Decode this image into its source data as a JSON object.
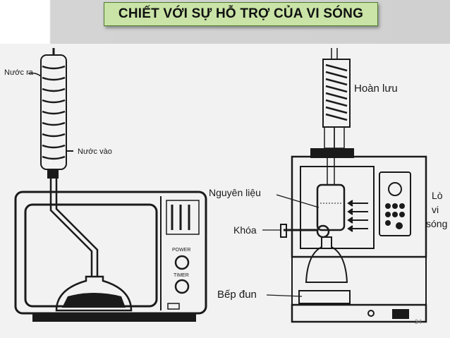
{
  "title": "CHIẾT VỚI SỰ HỖ TRỢ CỦA VI SÓNG",
  "left_figure": {
    "water_out": "Nước ra",
    "water_in": "Nước vào",
    "knob_power": "POWER",
    "knob_timer": "TIMER"
  },
  "right_figure": {
    "reflux": "Hoàn lưu",
    "material": "Nguyên liệu",
    "valve": "Khóa",
    "heater": "Bếp đun",
    "microwave_line1": "Lò",
    "microwave_line2": "vi",
    "microwave_line3": "sóng"
  },
  "page_number": "34"
}
